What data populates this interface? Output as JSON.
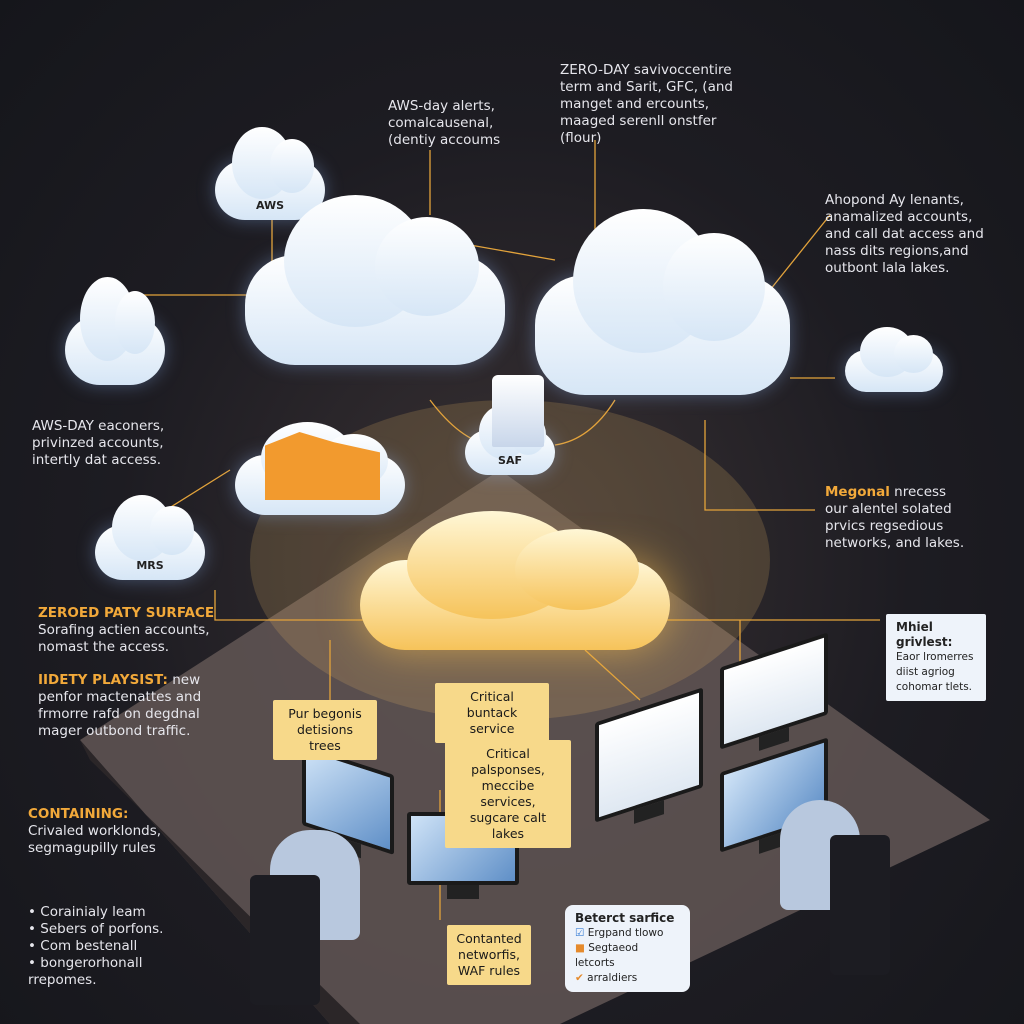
{
  "clouds": {
    "aws": "AWS",
    "mrs": "MRS",
    "saf": "SAF"
  },
  "annotations": {
    "top_center": "AWS-day alerts,\ncomalcausenal,\n(dentiy accoums",
    "top_right": "ZERO-DAY savivoccentire\nterm and Sarit, GFC, (and\nmanget and ercounts,\nmaaged serenll onstfer\n(flour)",
    "right_upper": "Ahopond Ay lenants,\nanamalized accounts,\nand call dat access and\nnass dits regions,and\noutbont lala lakes.",
    "left_middle": "AWS-DAY eaconers,\nprivinzed accounts,\nintertly dat access.",
    "right_middle_head": "Megonal",
    "right_middle": " nrecess\nour alentel solated\nprvics regsedious\nnetworks, and lakes."
  },
  "left_panel": [
    {
      "heading": "ZEROED PATY SURFACE",
      "body": "Sorafing actien accounts,\nnomast the access."
    },
    {
      "heading": "IIDETY PLAYSIST:",
      "body": " new\npenfor mactenattes and\nfrmorre rafd on degdnal\nmager outbond traffic."
    },
    {
      "heading": "CONTAINING:",
      "body": "Crivaled worklonds,\nsegmagupilly rules"
    }
  ],
  "bullets": [
    "Corainialy leam",
    "Sebers of porfons.",
    "Com bestenall",
    "bongerorhonall\nrrepomes."
  ],
  "boxes": {
    "critical_service": "Critical buntack\nservice",
    "decisions": "Pur begonis\ndetisions trees",
    "critical_responses": "Critical palsponses,\nmeccibe services,\nsugcare calt lakes",
    "contained": "Contanted\nnetworfis,\nWAF rules"
  },
  "right_card": {
    "title": "Mhiel grivlest:",
    "body": "Eaor lromerres\ndiist agriog\ncohomar tlets."
  },
  "detect_card": {
    "title": "Beterct sarfice",
    "items": [
      {
        "icon": "check-box-icon",
        "color": "#3b7fd6",
        "label": "Ergpand tlowo"
      },
      {
        "icon": "square-icon",
        "color": "#e58a2c",
        "label": "Segtaeod letcorts"
      },
      {
        "icon": "checkmark-icon",
        "color": "#e58a2c",
        "label": "arraldiers"
      }
    ]
  },
  "colors": {
    "accent": "#f2a93a",
    "background": "#1d1c22",
    "desk": "#5e5352",
    "cloud": "#ffffff"
  }
}
